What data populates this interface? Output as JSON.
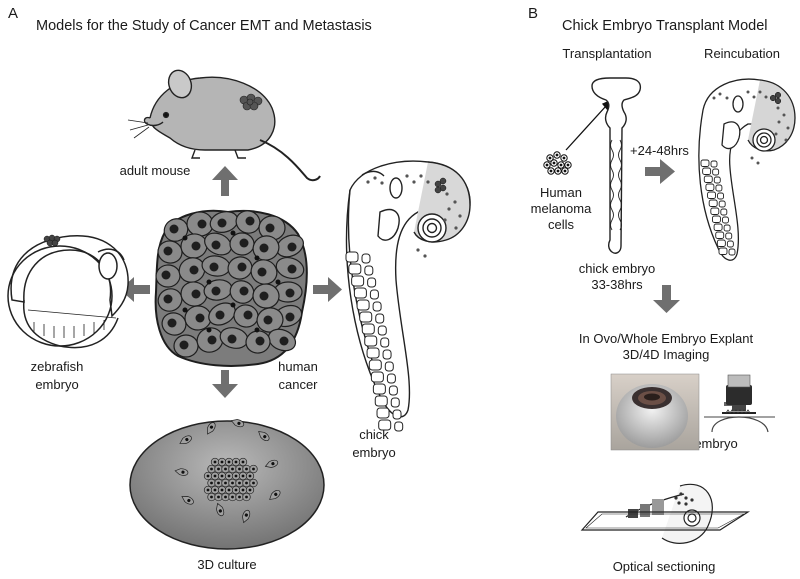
{
  "panel_a": {
    "letter": "A",
    "title": "Models for the Study of Cancer EMT and Metastasis",
    "labels": {
      "adult_mouse": "adult mouse",
      "zebrafish_line1": "zebrafish",
      "zebrafish_line2": "embryo",
      "human_line1": "human",
      "human_line2": "cancer",
      "chick_line1": "chick",
      "chick_line2": "embryo",
      "culture": "3D culture"
    }
  },
  "panel_b": {
    "letter": "B",
    "title": "Chick Embryo Transplant Model",
    "labels": {
      "transplantation": "Transplantation",
      "reincubation": "Reincubation",
      "time": "+24-48hrs",
      "human_line1": "Human",
      "human_line2": "melanoma",
      "human_line3": "cells",
      "embryo_line1": "chick embryo",
      "embryo_line2": "33-38hrs",
      "imaging_line1": "In Ovo/Whole Embryo Explant",
      "imaging_line2": "3D/4D Imaging",
      "embryo_small": "embryo",
      "sectioning": "Optical sectioning"
    }
  },
  "colors": {
    "arrow": "#6f6f6f",
    "cell_fill": "#8a8a8a",
    "nucleus": "#1e1e1e",
    "line": "#222222"
  }
}
